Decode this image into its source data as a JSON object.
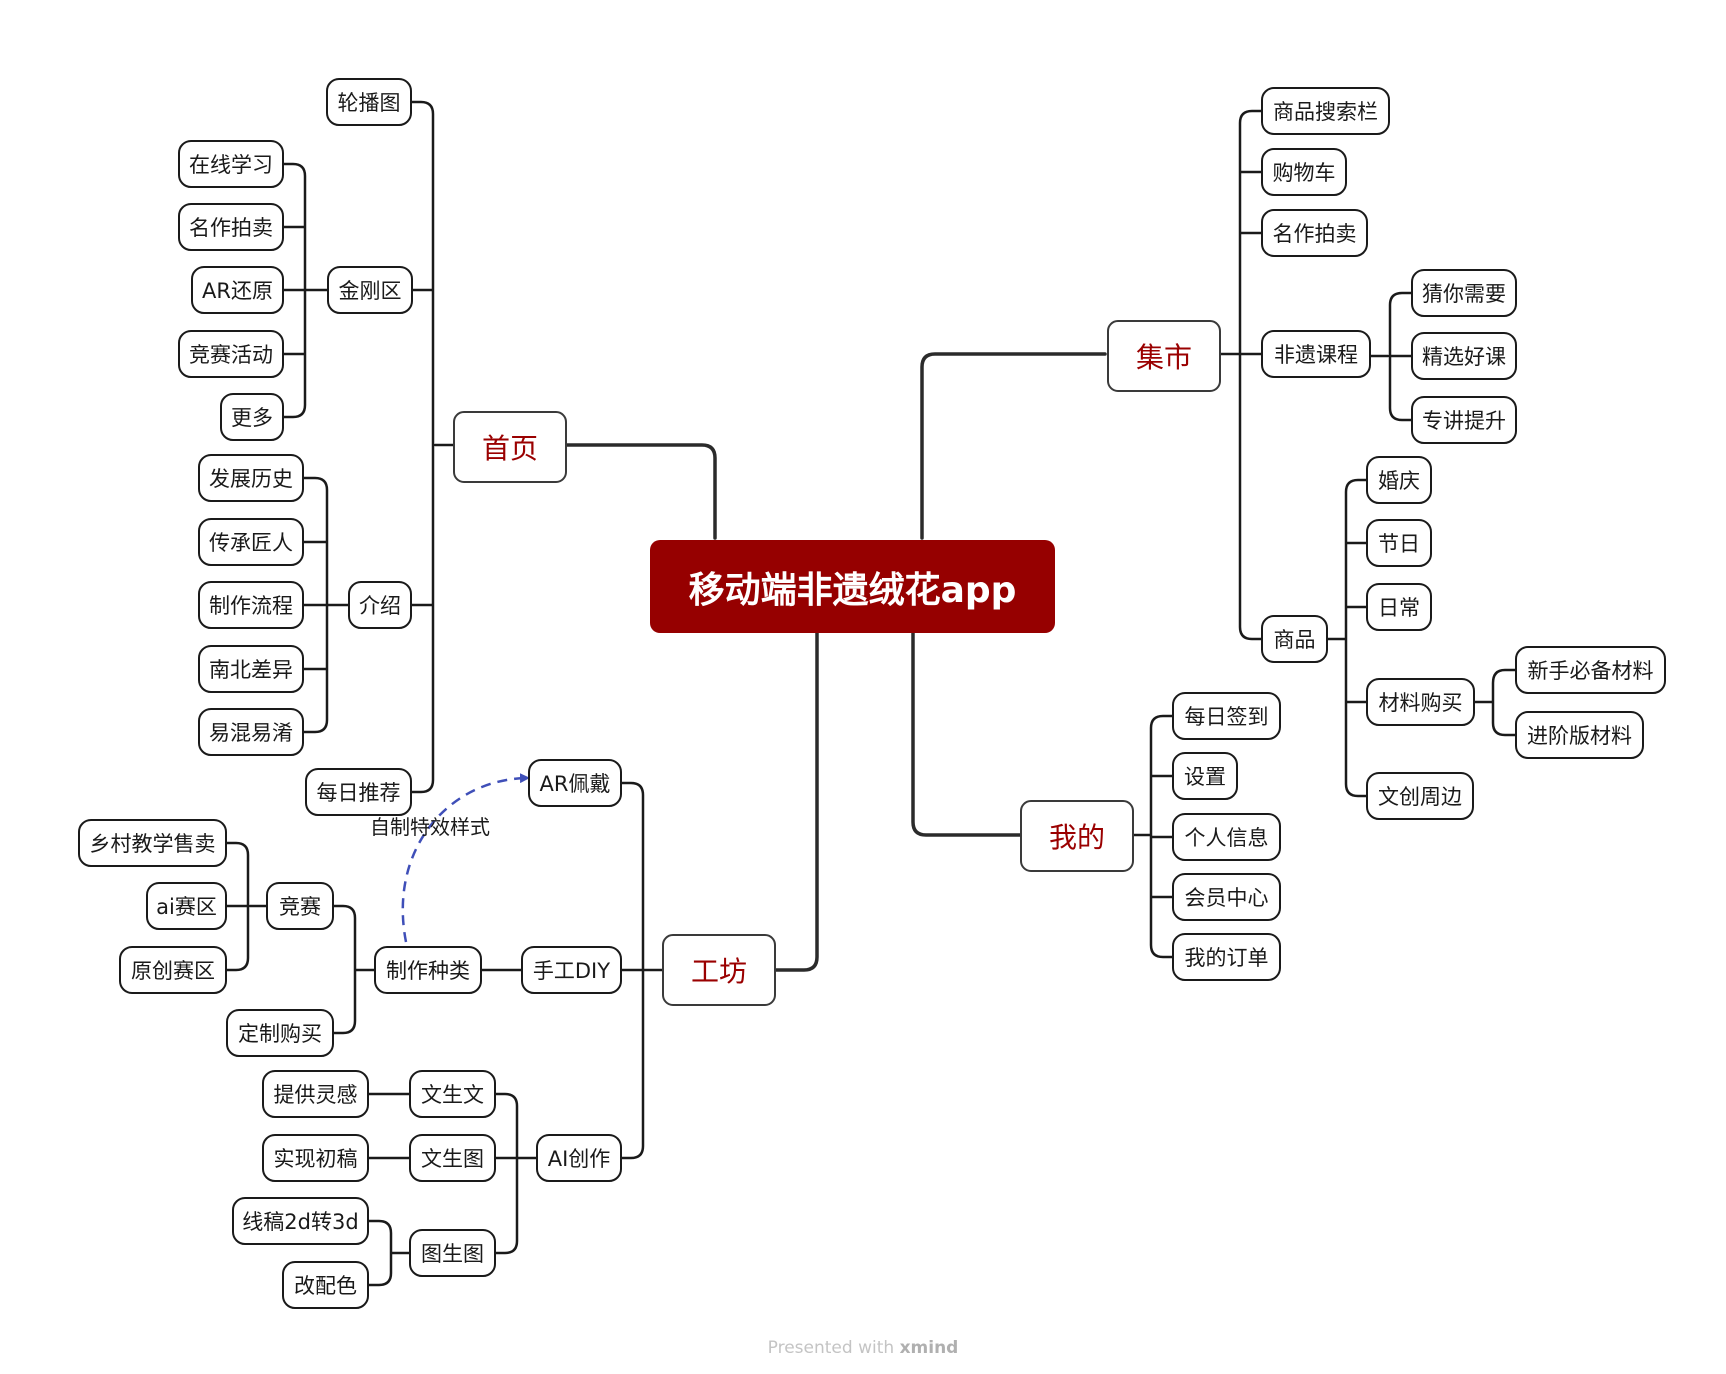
{
  "root": {
    "label": "移动端非遗绒花app"
  },
  "branches": {
    "home": {
      "label": "首页"
    },
    "market": {
      "label": "集市"
    },
    "mine": {
      "label": "我的"
    },
    "workshop": {
      "label": "工坊"
    }
  },
  "home": {
    "carousel": "轮播图",
    "kingkong": "金刚区",
    "kingkong_items": [
      "在线学习",
      "名作拍卖",
      "AR还原",
      "竞赛活动",
      "更多"
    ],
    "intro": "介绍",
    "intro_items": [
      "发展历史",
      "传承匠人",
      "制作流程",
      "南北差异",
      "易混易淆"
    ],
    "daily": "每日推荐"
  },
  "market": {
    "search": "商品搜索栏",
    "cart": "购物车",
    "auction": "名作拍卖",
    "courses": "非遗课程",
    "course_items": [
      "猜你需要",
      "精选好课",
      "专讲提升"
    ],
    "goods": "商品",
    "goods_items": [
      "婚庆",
      "节日",
      "日常"
    ],
    "materials": "材料购买",
    "material_items": [
      "新手必备材料",
      "进阶版材料"
    ],
    "cultural": "文创周边"
  },
  "mine": {
    "items": [
      "每日签到",
      "设置",
      "个人信息",
      "会员中心",
      "我的订单"
    ]
  },
  "workshop": {
    "ar": "AR佩戴",
    "diy": "手工DIY",
    "kinds": "制作种类",
    "contest": "竞赛",
    "contest_items": [
      "乡村教学售卖",
      "ai赛区",
      "原创赛区"
    ],
    "custom": "定制购买",
    "ai": "AI创作",
    "t2t": "文生文",
    "t2t_child": "提供灵感",
    "t2i": "文生图",
    "t2i_child": "实现初稿",
    "i2i": "图生图",
    "i2i_items": [
      "线稿2d转3d",
      "改配色"
    ],
    "relation_label": "自制特效样式"
  },
  "footer": {
    "prefix": "Presented with",
    "brand": "xmind"
  },
  "colors": {
    "root_fill": "#960000",
    "branch_text": "#9a0000",
    "line": "#2b2b2b",
    "relation": "#3f4fb8"
  }
}
